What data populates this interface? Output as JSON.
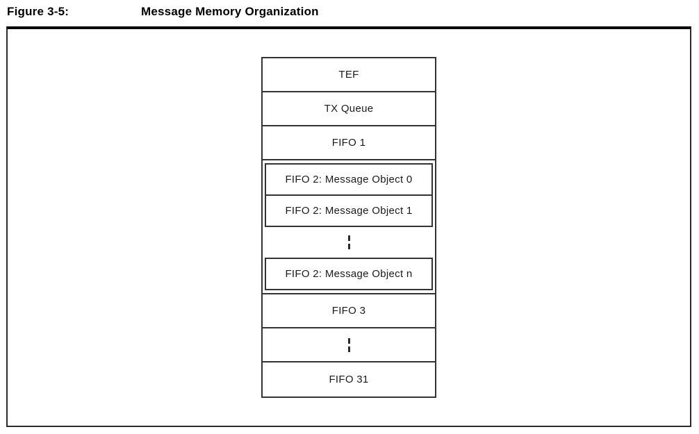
{
  "figure": {
    "label": "Figure 3-5:",
    "title": "Message Memory Organization"
  },
  "diagram": {
    "top_blocks": [
      {
        "label": "TEF"
      },
      {
        "label": "TX Queue"
      },
      {
        "label": "FIFO 1"
      }
    ],
    "fifo2_group": {
      "objects": [
        {
          "label": "FIFO 2: Message Object 0"
        },
        {
          "label": "FIFO 2: Message Object 1"
        },
        {
          "label": "FIFO 2: Message Object n"
        }
      ],
      "ellipsis_between_obj1_and_objn": "vertical-dashed-ellipsis"
    },
    "bottom_blocks": [
      {
        "label": "FIFO 3"
      },
      {
        "label": "FIFO 31"
      }
    ],
    "ellipsis_between_fifo3_and_fifo31": "vertical-dashed-ellipsis"
  },
  "colors": {
    "background": "#ffffff",
    "border": "#333333",
    "title_rule": "#000000",
    "text": "#1a1a1a"
  }
}
